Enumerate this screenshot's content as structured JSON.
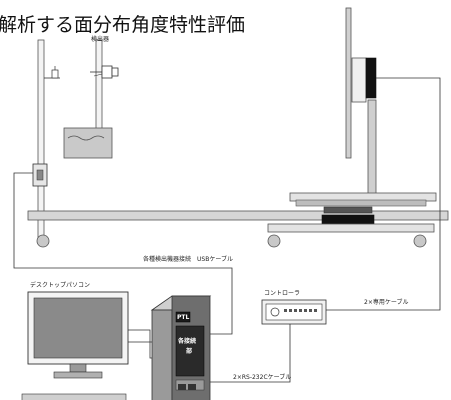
{
  "title": "解析する面分布角度特性評価",
  "labels": {
    "detector": "検出器",
    "connection": "各種検出機器接続　USBケーブル",
    "desktop_pc": "デスクトップパソコン",
    "controller": "コントローラ",
    "dedicated_cable": "2×専用ケーブル",
    "rs232c_cable": "2×RS-232Cケーブル",
    "pc_badge": "PTL",
    "tower_label_1": "各接続",
    "tower_label_2": "部"
  }
}
